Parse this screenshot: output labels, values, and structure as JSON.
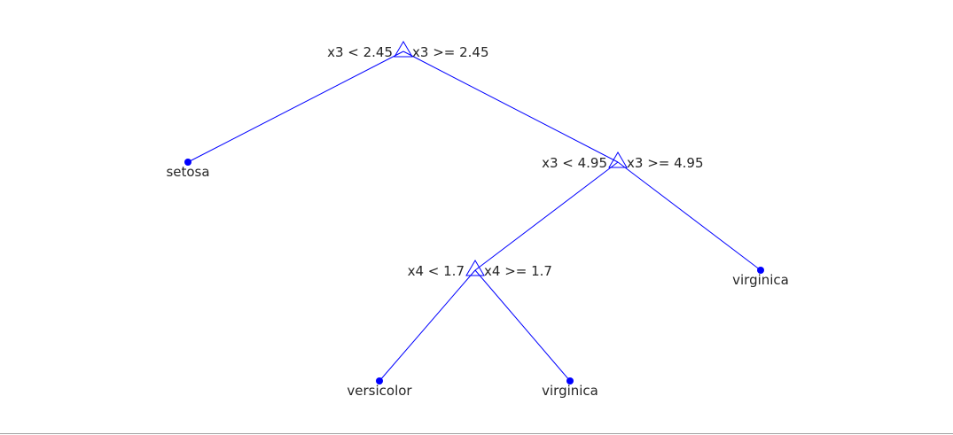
{
  "tree": {
    "edge_color": "#0000ff",
    "node_color": "#0000ff",
    "text_color": "#262626",
    "nodes": [
      {
        "id": "n1",
        "kind": "split",
        "left_rule": "x3 < 2.45",
        "right_rule": "x3 >= 2.45",
        "children": [
          "n2",
          "n3"
        ]
      },
      {
        "id": "n2",
        "kind": "leaf",
        "label": "setosa"
      },
      {
        "id": "n3",
        "kind": "split",
        "left_rule": "x3 < 4.95",
        "right_rule": "x3 >= 4.95",
        "children": [
          "n4",
          "n5"
        ]
      },
      {
        "id": "n4",
        "kind": "split",
        "left_rule": "x4 < 1.7",
        "right_rule": "x4 >= 1.7",
        "children": [
          "n6",
          "n7"
        ]
      },
      {
        "id": "n5",
        "kind": "leaf",
        "label": "virginica"
      },
      {
        "id": "n6",
        "kind": "leaf",
        "label": "versicolor"
      },
      {
        "id": "n7",
        "kind": "leaf",
        "label": "virginica"
      }
    ]
  }
}
